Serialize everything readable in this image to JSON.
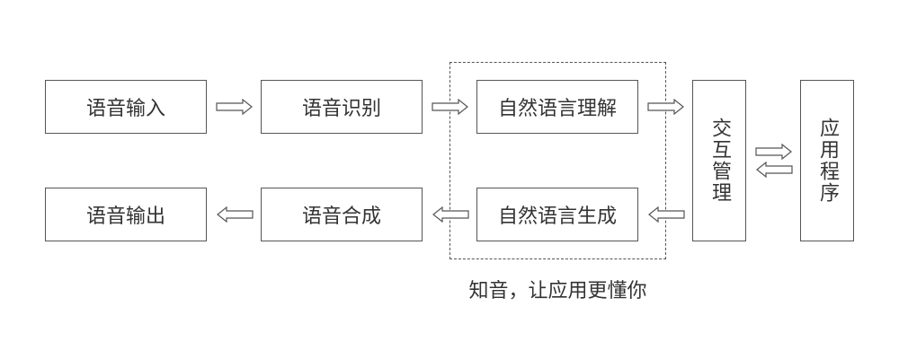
{
  "nodes": {
    "speech_input": "语音输入",
    "speech_recognition": "语音识别",
    "nlu": "自然语言理解",
    "interaction": "交互管理",
    "application": "应用程序",
    "speech_output": "语音输出",
    "speech_synthesis": "语音合成",
    "nlg": "自然语言生成"
  },
  "caption": "知音，让应用更懂你",
  "colors": {
    "border": "#555555",
    "text": "#333333",
    "background": "#ffffff"
  }
}
